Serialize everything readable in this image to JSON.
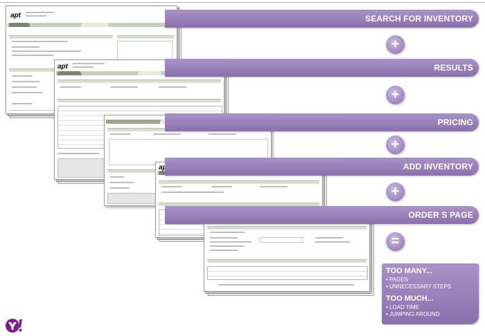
{
  "steps": [
    {
      "label": "SEARCH FOR INVENTORY"
    },
    {
      "label": "RESULTS"
    },
    {
      "label": "PRICING"
    },
    {
      "label": "ADD INVENTORY"
    },
    {
      "label": "ORDER S PAGE"
    }
  ],
  "operators": {
    "plus": "+",
    "equals": "="
  },
  "summary": {
    "heading1": "TOO MANY...",
    "items1": [
      "• PAGES",
      "• UNNECESSARY STEPS"
    ],
    "heading2": "TOO MUCH...",
    "items2": [
      "• LOAD TIME",
      "• JUMPING AROUND"
    ]
  },
  "screens": {
    "logo_text": "apt"
  },
  "colors": {
    "accent": "#9a82bb",
    "tab_green": "#7a8572"
  }
}
